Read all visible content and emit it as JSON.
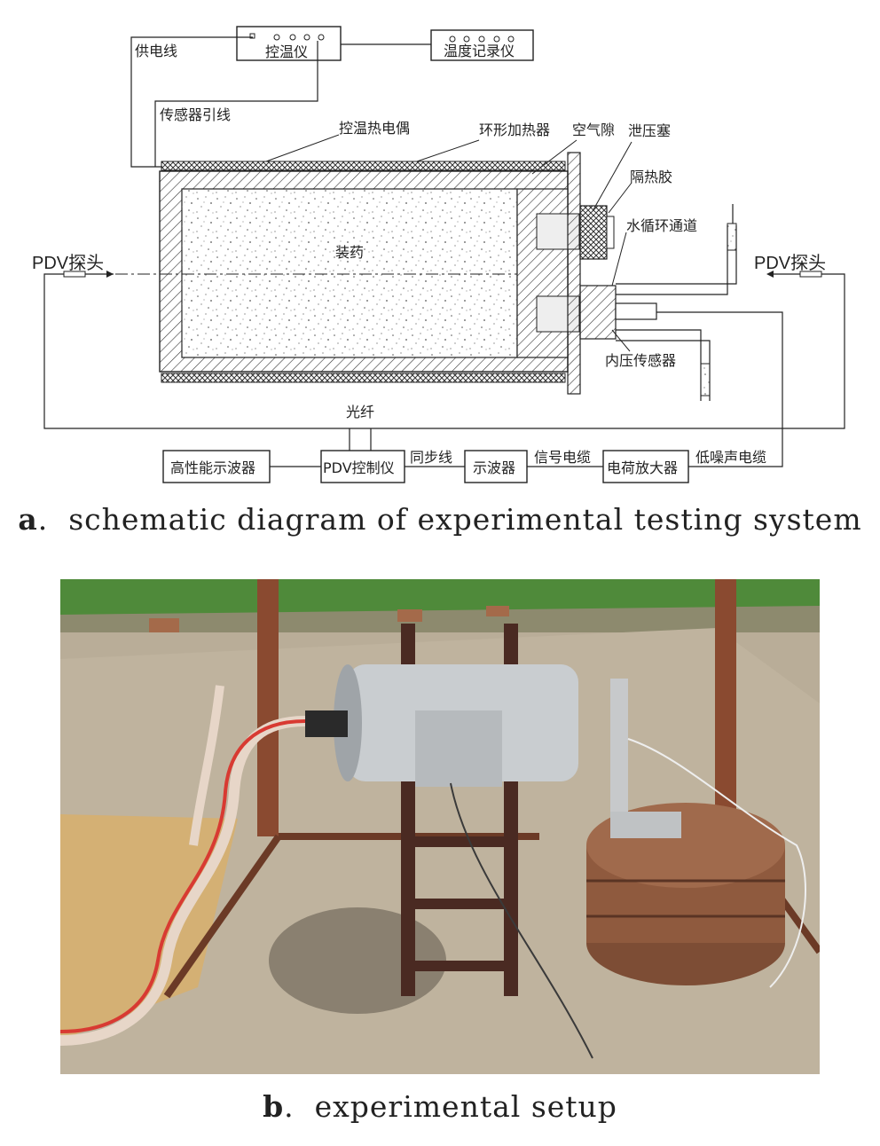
{
  "schematic": {
    "labels": {
      "temp_controller": "控温仪",
      "temp_recorder": "温度记录仪",
      "power_line": "供电线",
      "sensor_lead": "传感器引线",
      "temp_thermocouple": "控温热电偶",
      "ring_heater": "环形加热器",
      "air_gap": "空气隙",
      "vent_plug": "泄压塞",
      "insulating_glue": "隔热胶",
      "water_channel": "水循环通道",
      "charge": "装药",
      "pdv_probe_left": "PDV探头",
      "pdv_probe_right": "PDV探头",
      "pressure_sensor": "内压传感器",
      "fiber": "光纤",
      "oscilloscope_hp": "高性能示波器",
      "pdv_controller": "PDV控制仪",
      "sync_line": "同步线",
      "oscilloscope": "示波器",
      "signal_cable": "信号电缆",
      "charge_amplifier": "电荷放大器",
      "low_noise_cable": "低噪声电缆"
    }
  },
  "captions": {
    "a_tag": "a",
    "a_text": "schematic diagram of experimental testing system",
    "b_tag": "b",
    "b_text": "experimental setup"
  },
  "colors": {
    "line": "#222222",
    "sky_grass": "#4f8a3a",
    "ground": "#b9ad98",
    "cylinder": "#c9cdd0",
    "frame": "#4a2a22",
    "post": "#8a4a30",
    "weight": "#8f5a3e",
    "hose_red": "#d83a32"
  }
}
